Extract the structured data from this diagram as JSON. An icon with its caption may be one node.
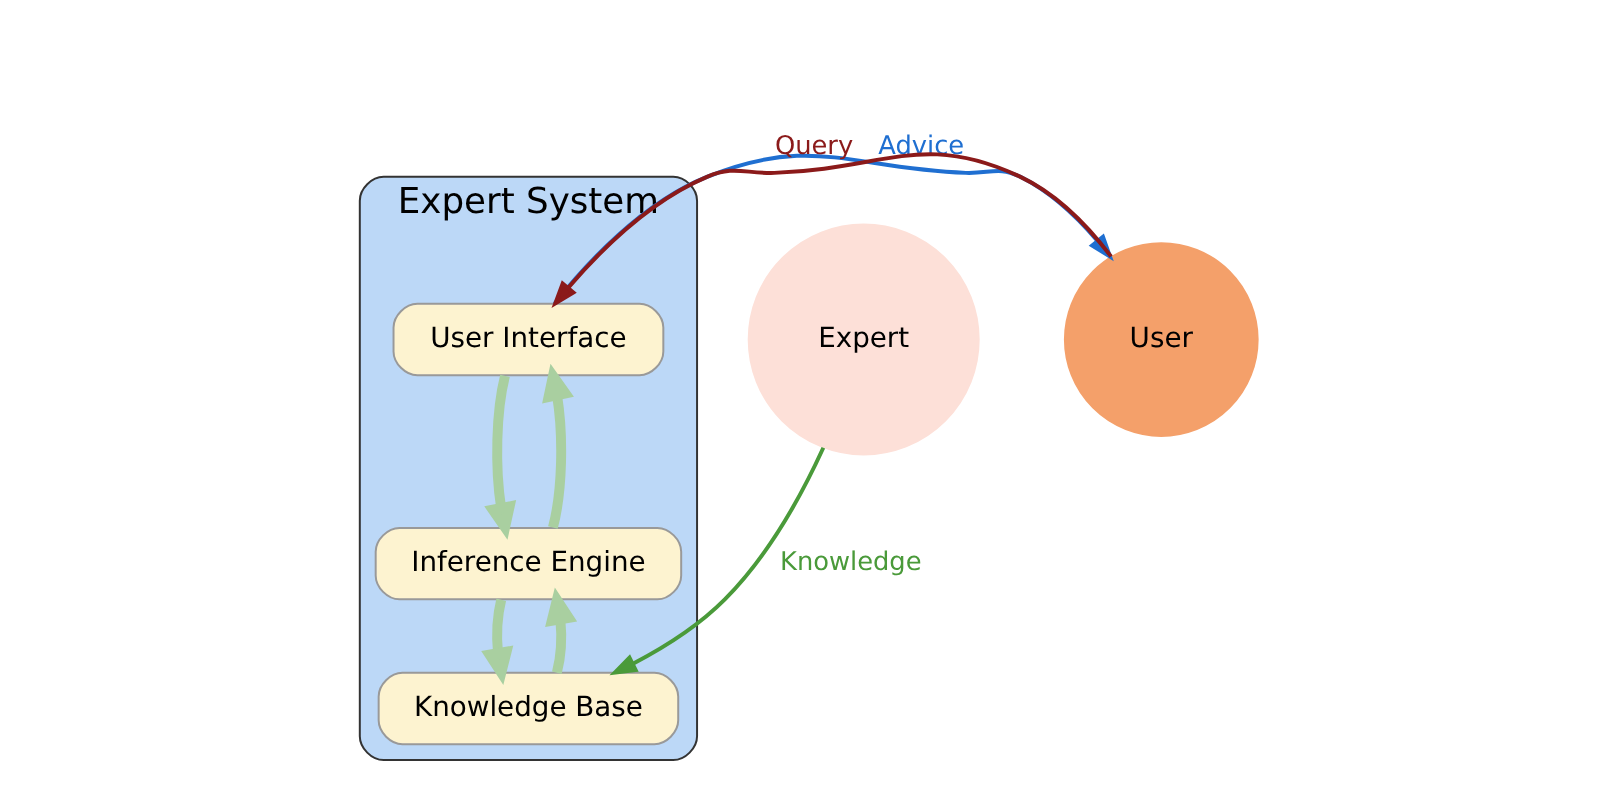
{
  "diagram": {
    "nodes": [
      {
        "text": [
          "Expert System"
        ]
      },
      {
        "text": [
          "User Interface"
        ],
        "in": 0
      },
      {
        "text": [
          "Inference Engine"
        ],
        "in": 0
      },
      {
        "text": [
          "Knowledge Base"
        ],
        "in": 0
      },
      {
        "text": [
          "User"
        ]
      },
      {
        "text": [
          "Expert"
        ]
      }
    ],
    "edges": [
      {
        "from": 4,
        "to": 1,
        "arrow": "to",
        "label": "Query",
        "color": "#8b1a1a"
      },
      {
        "from": 1,
        "to": 4,
        "arrow": "to",
        "label": "Advice",
        "color": "#1f6fd1"
      },
      {
        "from": 1,
        "to": 2,
        "arrow": "to"
      },
      {
        "from": 2,
        "to": 1,
        "arrow": "to"
      },
      {
        "from": 2,
        "to": 3,
        "arrow": "to"
      },
      {
        "from": 3,
        "to": 2,
        "arrow": "to"
      },
      {
        "from": 5,
        "to": 3,
        "arrow": "to",
        "label": "Knowledge",
        "color": "#4a9a3a"
      }
    ]
  }
}
